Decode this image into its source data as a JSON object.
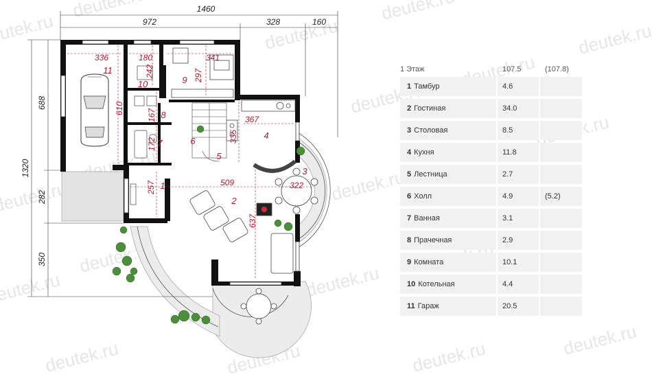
{
  "watermark": "deutek.ru",
  "dimensions": {
    "total_width": "1460",
    "w_972": "972",
    "w_328": "328",
    "w_160": "160",
    "total_height": "1320",
    "h_688": "688",
    "h_282": "282",
    "h_350": "350"
  },
  "room_numbers": {
    "r1": "1",
    "r2": "2",
    "r3": "3",
    "r4": "4",
    "r5": "5",
    "r6": "6",
    "r7": "7",
    "r8": "8",
    "r9": "9",
    "r10": "10",
    "r11": "11"
  },
  "room_dims": {
    "d336": "336",
    "d180": "180",
    "d341": "341",
    "d242": "242",
    "d297": "297",
    "d610": "610",
    "d167": "167",
    "d172": "172",
    "d367": "367",
    "d335": "335",
    "d509": "509",
    "d322": "322",
    "d257": "257",
    "d637": "637"
  },
  "table": {
    "header": {
      "label": "1 Этаж",
      "area": "107.5",
      "alt": "(107.8)"
    },
    "rows": [
      {
        "num": "1",
        "name": "Тамбур",
        "area": "4.6",
        "alt": ""
      },
      {
        "num": "2",
        "name": "Гостиная",
        "area": "34.0",
        "alt": ""
      },
      {
        "num": "3",
        "name": "Столовая",
        "area": "8.5",
        "alt": ""
      },
      {
        "num": "4",
        "name": "Кухня",
        "area": "11.8",
        "alt": ""
      },
      {
        "num": "5",
        "name": "Лестница",
        "area": "2.7",
        "alt": ""
      },
      {
        "num": "6",
        "name": "Холл",
        "area": "4.9",
        "alt": "(5.2)"
      },
      {
        "num": "7",
        "name": "Ванная",
        "area": "3.1",
        "alt": ""
      },
      {
        "num": "8",
        "name": "Прачечная",
        "area": "2.9",
        "alt": ""
      },
      {
        "num": "9",
        "name": "Комната",
        "area": "10.1",
        "alt": ""
      },
      {
        "num": "10",
        "name": "Котельная",
        "area": "4.4",
        "alt": ""
      },
      {
        "num": "11",
        "name": "Гараж",
        "area": "20.5",
        "alt": ""
      }
    ]
  }
}
